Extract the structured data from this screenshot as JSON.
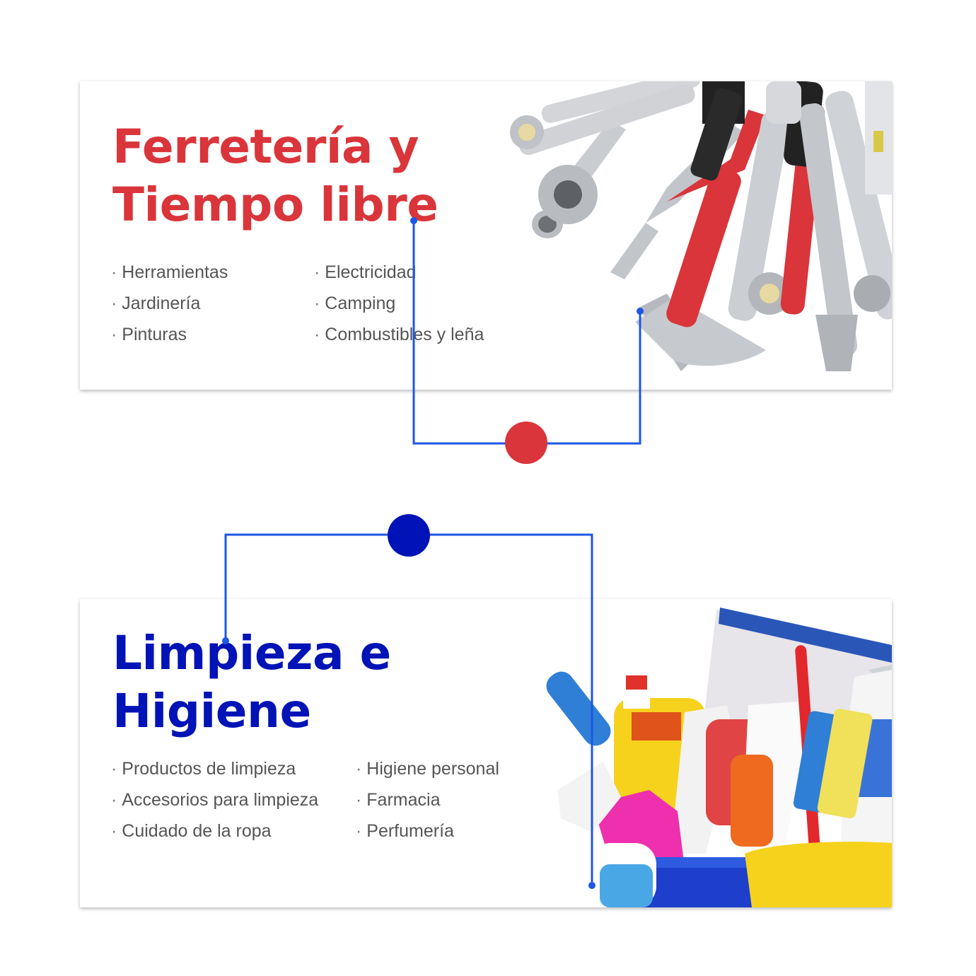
{
  "colors": {
    "red_accent": "#d9353a",
    "blue_accent": "#0013b6",
    "connector_line": "#1e56e6",
    "text_gray": "#555555"
  },
  "cards": [
    {
      "title_line1": "Ferretería y",
      "title_line2": "Tiempo libre",
      "color": "#d9353a",
      "image_icon": "tools-image",
      "column_a": [
        "Herramientas",
        "Jardinería",
        "Pinturas"
      ],
      "column_b": [
        "Electricidad",
        "Camping",
        "Combustibles y leña"
      ]
    },
    {
      "title_line1": "Limpieza e",
      "title_line2": "Higiene",
      "color": "#0013b6",
      "image_icon": "cleaning-supplies-image",
      "column_a": [
        "Productos de limpieza",
        "Accesorios para limpieza",
        "Cuidado de la ropa"
      ],
      "column_b": [
        "Higiene personal",
        "Farmacia",
        "Perfumería"
      ]
    }
  ]
}
